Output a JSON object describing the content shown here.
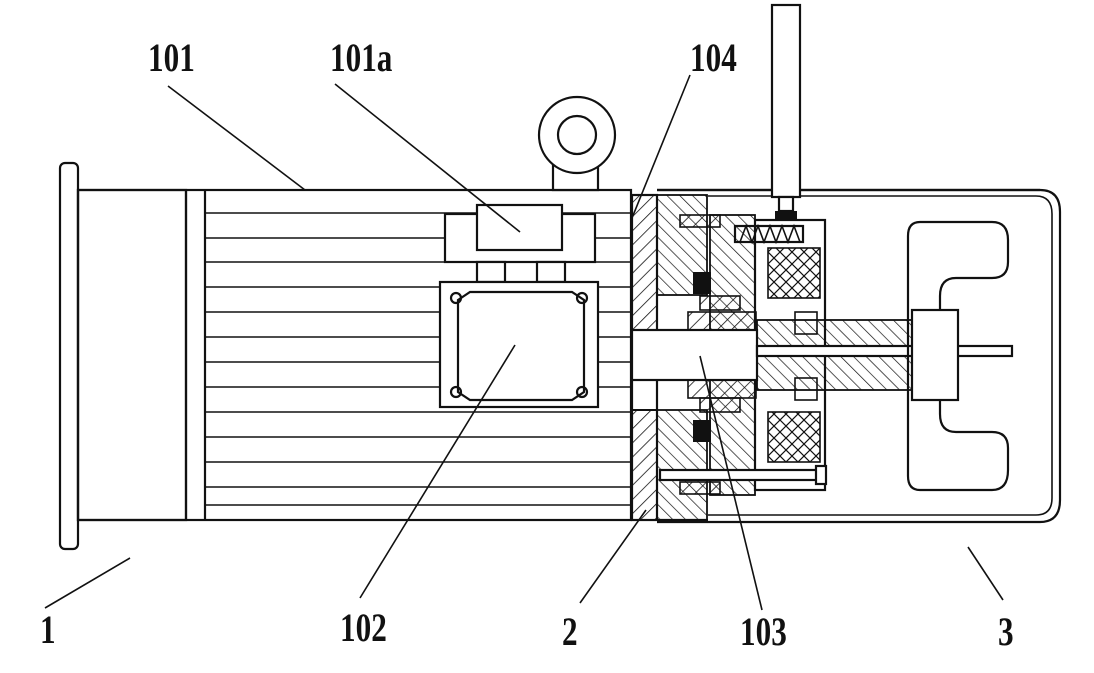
{
  "labels": {
    "l1": "1",
    "l101": "101",
    "l101a": "101a",
    "l102": "102",
    "l103": "103",
    "l104": "104",
    "l2": "2",
    "l3": "3"
  }
}
